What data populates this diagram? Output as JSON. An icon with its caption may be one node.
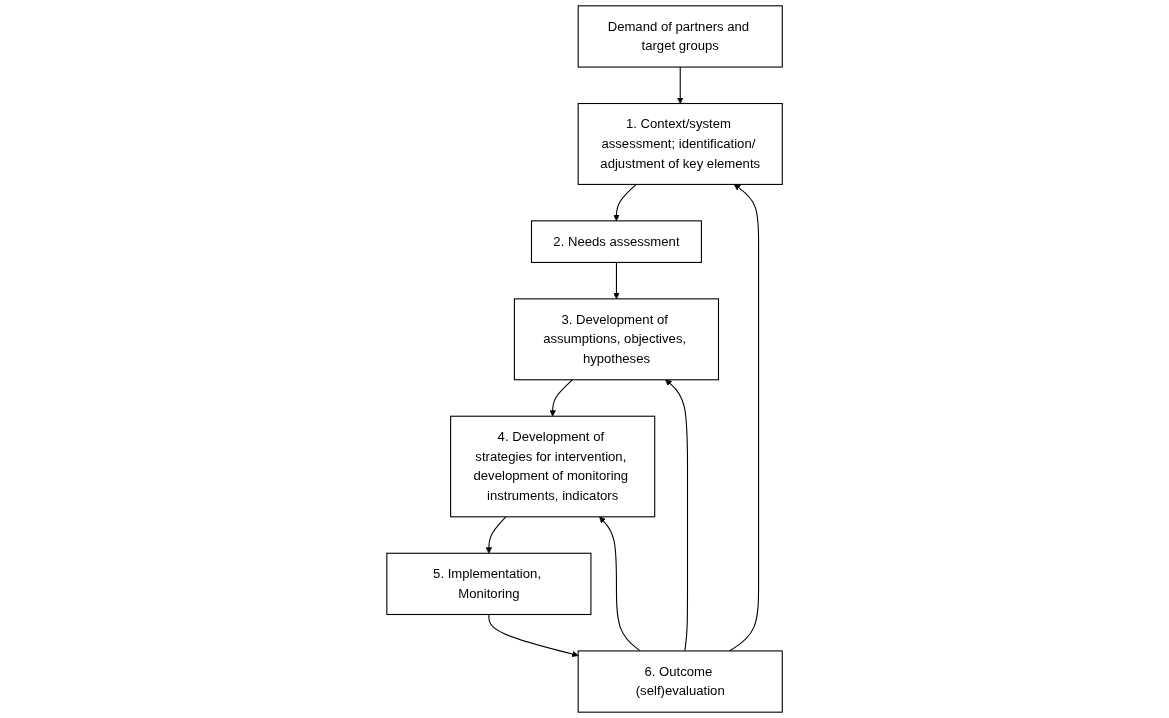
{
  "diagram": {
    "nodes": [
      {
        "text": [
          "Demand of partners and target groups"
        ]
      },
      {
        "text": [
          "1. Context/system assessment; identification/ adjustment of key elements"
        ]
      },
      {
        "text": [
          "2. Needs assessment"
        ]
      },
      {
        "text": [
          "3. Development of assumptions, objectives, hypotheses"
        ]
      },
      {
        "text": [
          "4. Development of strategies for intervention, development of monitoring instruments, indicators"
        ]
      },
      {
        "text": [
          "5. Implementation, Monitoring"
        ]
      },
      {
        "text": [
          "6. Outcome (self)evaluation"
        ]
      }
    ],
    "edges": [
      {
        "from": 0,
        "to": 1,
        "arrow": "to"
      },
      {
        "from": 1,
        "to": 2,
        "arrow": "to"
      },
      {
        "from": 2,
        "to": 3,
        "arrow": "to"
      },
      {
        "from": 3,
        "to": 4,
        "arrow": "to"
      },
      {
        "from": 4,
        "to": 5,
        "arrow": "to"
      },
      {
        "from": 5,
        "to": 6,
        "arrow": "to"
      },
      {
        "from": 6,
        "to": 1,
        "arrow": "to"
      },
      {
        "from": 6,
        "to": 3,
        "arrow": "to"
      },
      {
        "from": 6,
        "to": 4,
        "arrow": "to"
      }
    ]
  }
}
